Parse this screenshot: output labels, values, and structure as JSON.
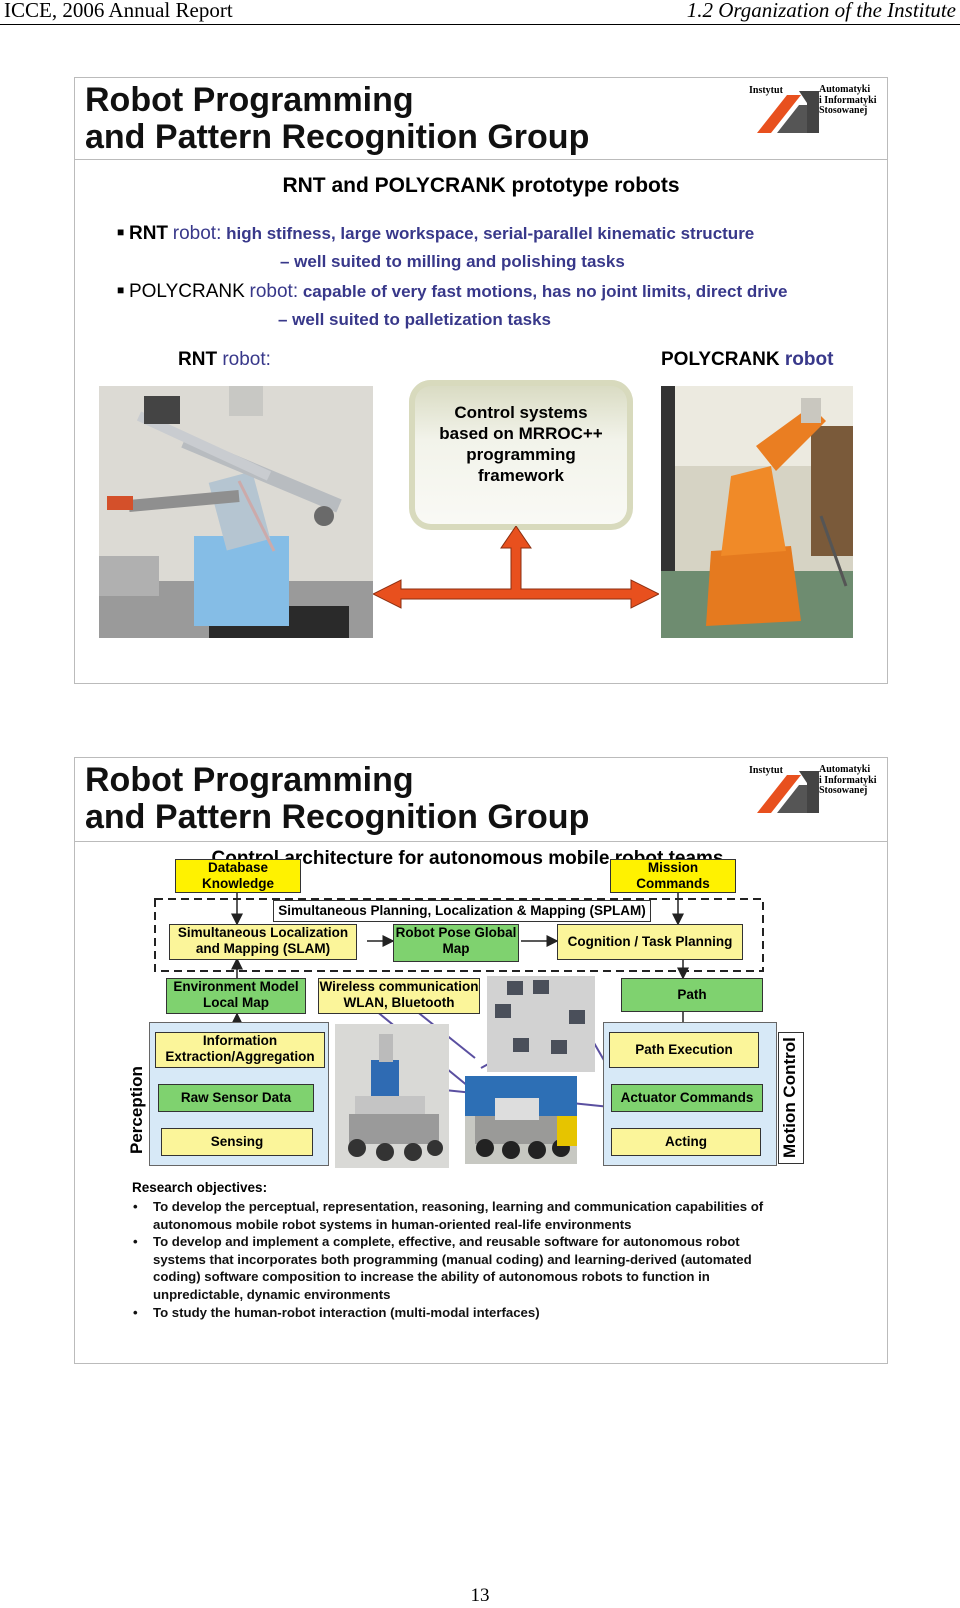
{
  "page_header": {
    "left": "ICCE, 2006 Annual Report",
    "right": "1.2   Organization of the Institute"
  },
  "page_number": "13",
  "logo": {
    "line1": "Instytut",
    "line2": "Automatyki",
    "line3": "i Informatyki",
    "line4": "Stosowanej"
  },
  "slide1": {
    "title_line1": "Robot Programming",
    "title_line2": "and Pattern Recognition Group",
    "subtitle": "RNT and POLYCRANK prototype robots",
    "bullet1": {
      "name": "RNT",
      "robot": "robot:",
      "text": "high stifness, large workspace, serial-parallel kinematic structure",
      "sub": "– well suited to milling and polishing tasks"
    },
    "bullet2": {
      "name": "POLYCRANK",
      "robot": "robot:",
      "text": "capable of very fast motions, has no joint limits, direct drive",
      "sub": "– well suited to palletization tasks"
    },
    "left_label_name": "RNT",
    "left_label_rest": "robot:",
    "right_label_name": "POLYCRANK",
    "right_label_rest": "robot",
    "control_box": "Control systems based on MRROC++ programming framework",
    "colors": {
      "accent_blue": "#38388a",
      "arrow": "#e8501e"
    }
  },
  "slide2": {
    "title_line1": "Robot Programming",
    "title_line2": "and Pattern Recognition Group",
    "subtitle": "Control architecture for autonomous mobile robot teams",
    "database": "Database Knowledge",
    "mission": "Mission Commands",
    "splam": "Simultaneous Planning, Localization & Mapping (SPLAM)",
    "slam": "Simultaneous Localization and Mapping (SLAM)",
    "robot_pose": "Robot Pose Global Map",
    "cognition": "Cognition / Task Planning",
    "env_model": "Environment Model Local Map",
    "wireless": "Wireless communication WLAN, Bluetooth",
    "path": "Path",
    "info_extraction": "Information Extraction/Aggregation",
    "raw_sensor": "Raw Sensor Data",
    "sensing": "Sensing",
    "path_execution": "Path Execution",
    "actuator": "Actuator Commands",
    "acting": "Acting",
    "perception": "Perception",
    "motion_control": "Motion Control",
    "objectives_heading": "Research objectives:",
    "objectives": [
      "To develop the perceptual, representation, reasoning, learning and communication capabilities of autonomous mobile robot systems in human-oriented real-life environments",
      "To develop and implement a complete, effective, and reusable software for autonomous robot systems that incorporates both programming (manual coding) and learning-derived (automated coding) software composition to increase the ability of autonomous robots to function in unpredictable, dynamic environments",
      "To study the human-robot interaction (multi-modal interfaces)"
    ]
  }
}
